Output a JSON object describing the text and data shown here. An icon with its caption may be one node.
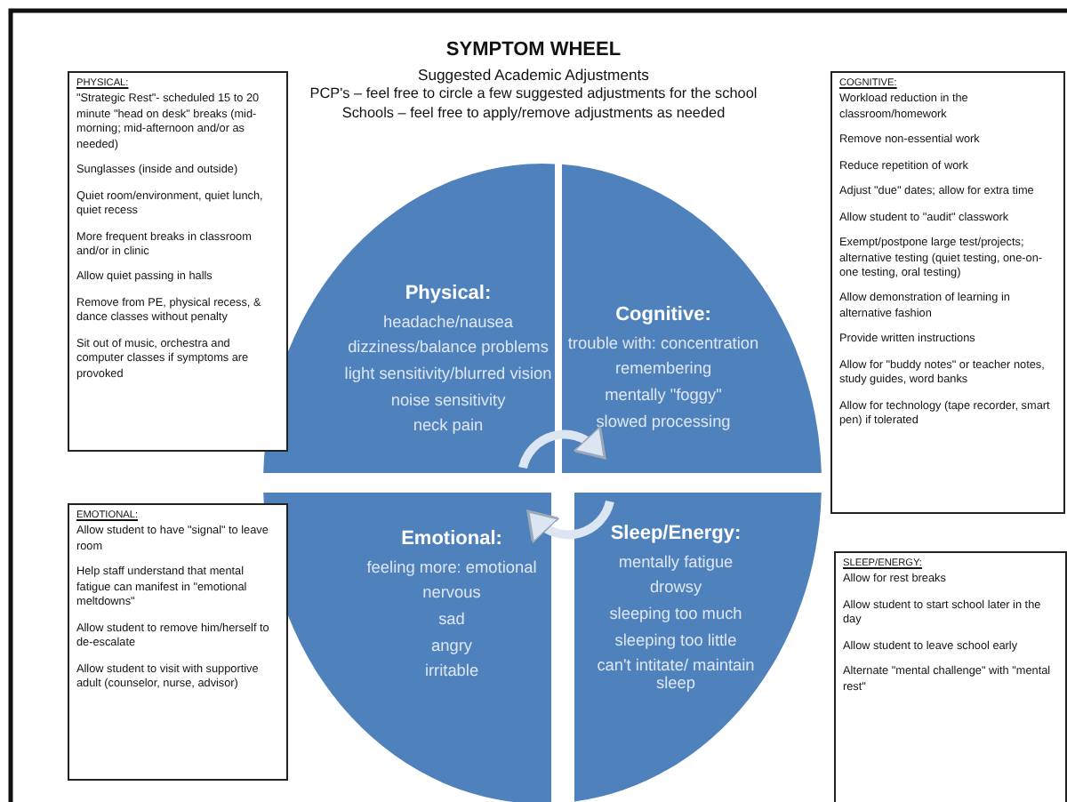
{
  "diagram": {
    "title": "SYMPTOM WHEEL",
    "nodes": [
      {
        "text": [
          "PHYSICAL:",
          "\"Strategic Rest\"- scheduled 15 to 20 minute \"head on desk\" breaks (mid-morning; mid-afternoon and/or as needed)",
          "Sunglasses (inside and outside)",
          "Quiet room/environment, quiet lunch, quiet recess",
          "More frequent breaks in classroom and/or in clinic",
          "Allow quiet passing in halls",
          "Remove from PE, physical recess, & dance classes without penalty",
          "Sit out of music, orchestra and computer classes if symptoms are provoked"
        ]
      },
      {
        "text": [
          "Physical:",
          "headache/nausea",
          "dizziness/balance problems",
          "light sensitivity/blurred vision",
          "noise sensitivity",
          "neck pain"
        ]
      },
      {
        "text": [
          "Cognitive:",
          "trouble with: concentration",
          "remembering",
          "mentally \"foggy\"",
          "slowed processing"
        ]
      },
      {
        "text": [
          "COGNITIVE:",
          "Workload reduction in the classroom/homework",
          "Remove non-essential work",
          "Reduce repetition of work",
          "Adjust \"due\" dates; allow for extra time",
          "Allow student to \"audit\" classwork",
          "Exempt/postpone large test/projects; alternative testing (quiet testing, one-on-one testing, oral testing)",
          "Allow demonstration of learning in alternative fashion",
          "Provide written instructions",
          "Allow for \"buddy notes\" or teacher notes, study guides, word banks",
          "Allow for technology (tape recorder, smart pen) if tolerated"
        ]
      },
      {
        "text": [
          "EMOTIONAL:",
          "Allow student to have \"signal\" to leave room",
          "Help staff understand that mental fatigue can manifest in \"emotional meltdowns\"",
          "Allow student to remove him/herself to de-escalate",
          "Allow student to visit with supportive adult (counselor, nurse, advisor)"
        ]
      },
      {
        "text": [
          "Emotional:",
          "feeling more: emotional",
          "nervous",
          "sad",
          "angry",
          "irritable"
        ]
      },
      {
        "text": [
          "Sleep/Energy:",
          "mentally fatigue",
          "drowsy",
          "sleeping too much",
          "sleeping too little",
          "can't intitate/ maintain sleep"
        ]
      },
      {
        "text": [
          "SLEEP/ENERGY:",
          "Allow for rest breaks",
          "Allow student to start school later in the day",
          "Allow student to leave school early",
          "Alternate \"mental challenge\" with \"mental rest\""
        ]
      }
    ],
    "edges": [
      {
        "from": 1,
        "to": 2,
        "arrow": "to"
      },
      {
        "from": 6,
        "to": 5,
        "arrow": "to"
      }
    ],
    "labels": [
      "Suggested Academic Adjustments",
      "PCP's – feel free to circle a few suggested adjustments for the school",
      "Schools – feel free to apply/remove adjustments as needed"
    ]
  }
}
